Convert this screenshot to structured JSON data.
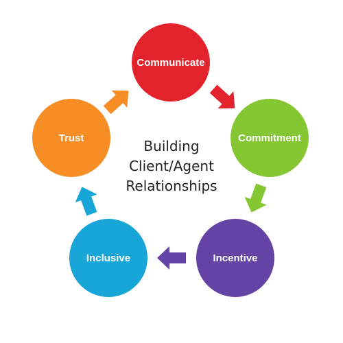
{
  "title_lines": [
    "Building",
    "Client/Agent",
    "Relationships"
  ],
  "nodes": [
    {
      "id": "communicate",
      "label": "Communicate",
      "color": "#e3232c"
    },
    {
      "id": "commitment",
      "label": "Commitment",
      "color": "#85c633"
    },
    {
      "id": "incentive",
      "label": "Incentive",
      "color": "#6543a4"
    },
    {
      "id": "inclusive",
      "label": "Inclusive",
      "color": "#18a6d9"
    },
    {
      "id": "trust",
      "label": "Trust",
      "color": "#f68d25"
    }
  ],
  "arrows": [
    {
      "from": "communicate",
      "to": "commitment",
      "color": "#e3232c"
    },
    {
      "from": "commitment",
      "to": "incentive",
      "color": "#85c633"
    },
    {
      "from": "incentive",
      "to": "inclusive",
      "color": "#6543a4"
    },
    {
      "from": "inclusive",
      "to": "trust",
      "color": "#18a6d9"
    },
    {
      "from": "trust",
      "to": "communicate",
      "color": "#f68d25"
    }
  ]
}
